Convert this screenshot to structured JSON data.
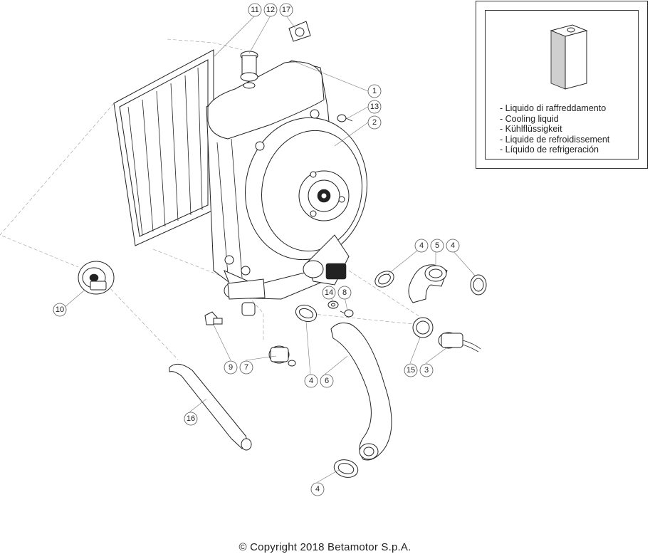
{
  "legend": {
    "items": [
      "- Liquido di raffreddamento",
      "- Cooling liquid",
      "- Kühlflüssigkeit",
      "- Liquide de refroidissement",
      "- Líquido de refrigeración"
    ],
    "icon": "coolant-container-icon"
  },
  "callouts": [
    "11",
    "12",
    "17",
    "1",
    "13",
    "2",
    "4",
    "5",
    "4",
    "10",
    "14",
    "8",
    "9",
    "7",
    "4",
    "6",
    "15",
    "3",
    "16",
    "4"
  ],
  "copyright": "© Copyright 2018 Betamotor S.p.A."
}
